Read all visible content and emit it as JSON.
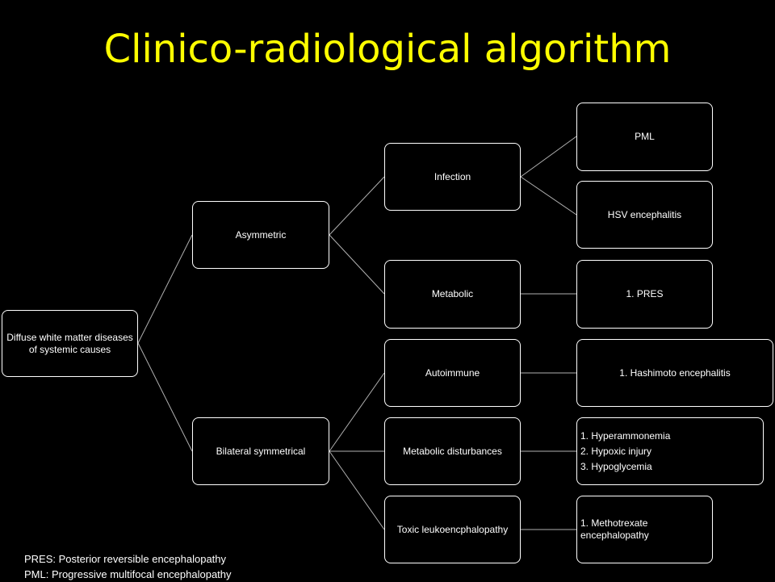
{
  "title": "Clinico-radiological algorithm",
  "nodes": {
    "root": "Diffuse white matter diseases of systemic causes",
    "asymmetric": "Asymmetric",
    "bilateral": "Bilateral symmetrical",
    "infection": "Infection",
    "metabolic": "Metabolic",
    "autoimmune": "Autoimmune",
    "metabolic_disturbances": "Metabolic disturbances",
    "toxic": "Toxic leukoencphalopathy",
    "pml": "PML",
    "hsv": "HSV encephalitis",
    "pres": "1. PRES",
    "hashimoto": "1. Hashimoto encephalitis",
    "metabolic_list": [
      "1. Hyperammonemia",
      "2. Hypoxic injury",
      "3. Hypoglycemia"
    ],
    "methotrexate": "1. Methotrexate encephalopathy"
  },
  "footnotes": [
    "PRES: Posterior reversible encephalopathy",
    "PML: Progressive multifocal encephalopathy"
  ],
  "colors": {
    "title": "#ffff00",
    "background": "#000000",
    "node_border": "#ffffff",
    "connector": "#b0b0b0"
  }
}
